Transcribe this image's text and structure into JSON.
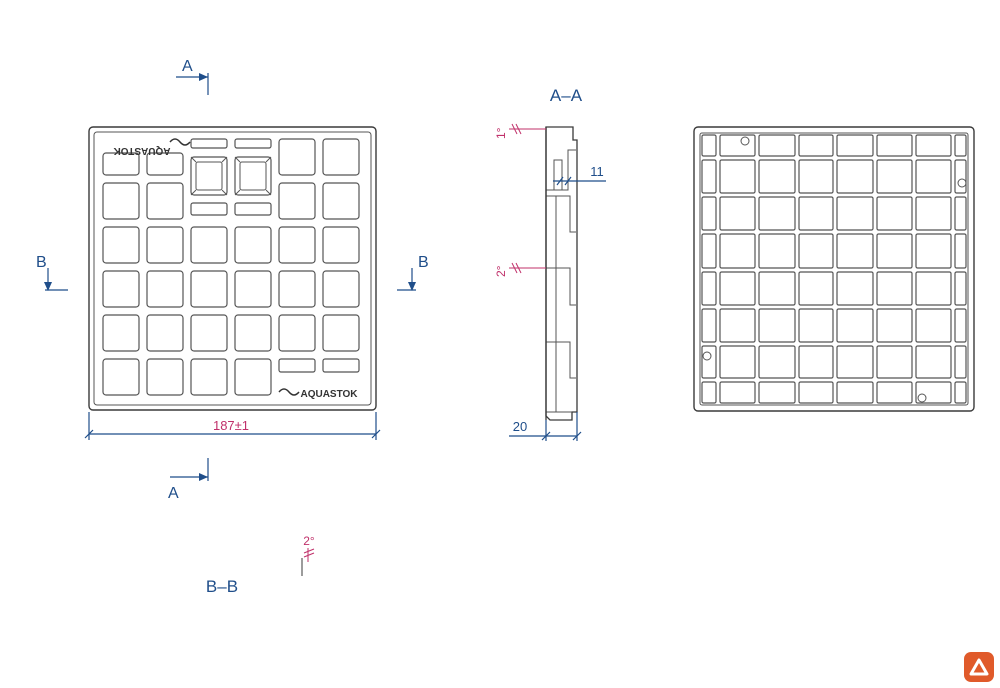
{
  "section_labels": {
    "a_top": "A",
    "a_bottom": "A",
    "b_left": "B",
    "b_right": "B",
    "section_aa": "A–A",
    "section_bb": "B–B"
  },
  "dimensions": {
    "width": "187±1",
    "thickness": "20",
    "rib": "11",
    "angle_top": "1°",
    "angle_mid": "2°",
    "angle_bb": "2°"
  },
  "brand": {
    "text": "AQUASTOK",
    "text_mirrored": "AQUASTOK"
  },
  "colors": {
    "dimension_blue": "#1f4e8a",
    "angle_red": "#c0306a",
    "outline": "#555555",
    "watermark": "#e05a2a"
  },
  "icons": {
    "watermark": "triangle-logo-icon"
  }
}
